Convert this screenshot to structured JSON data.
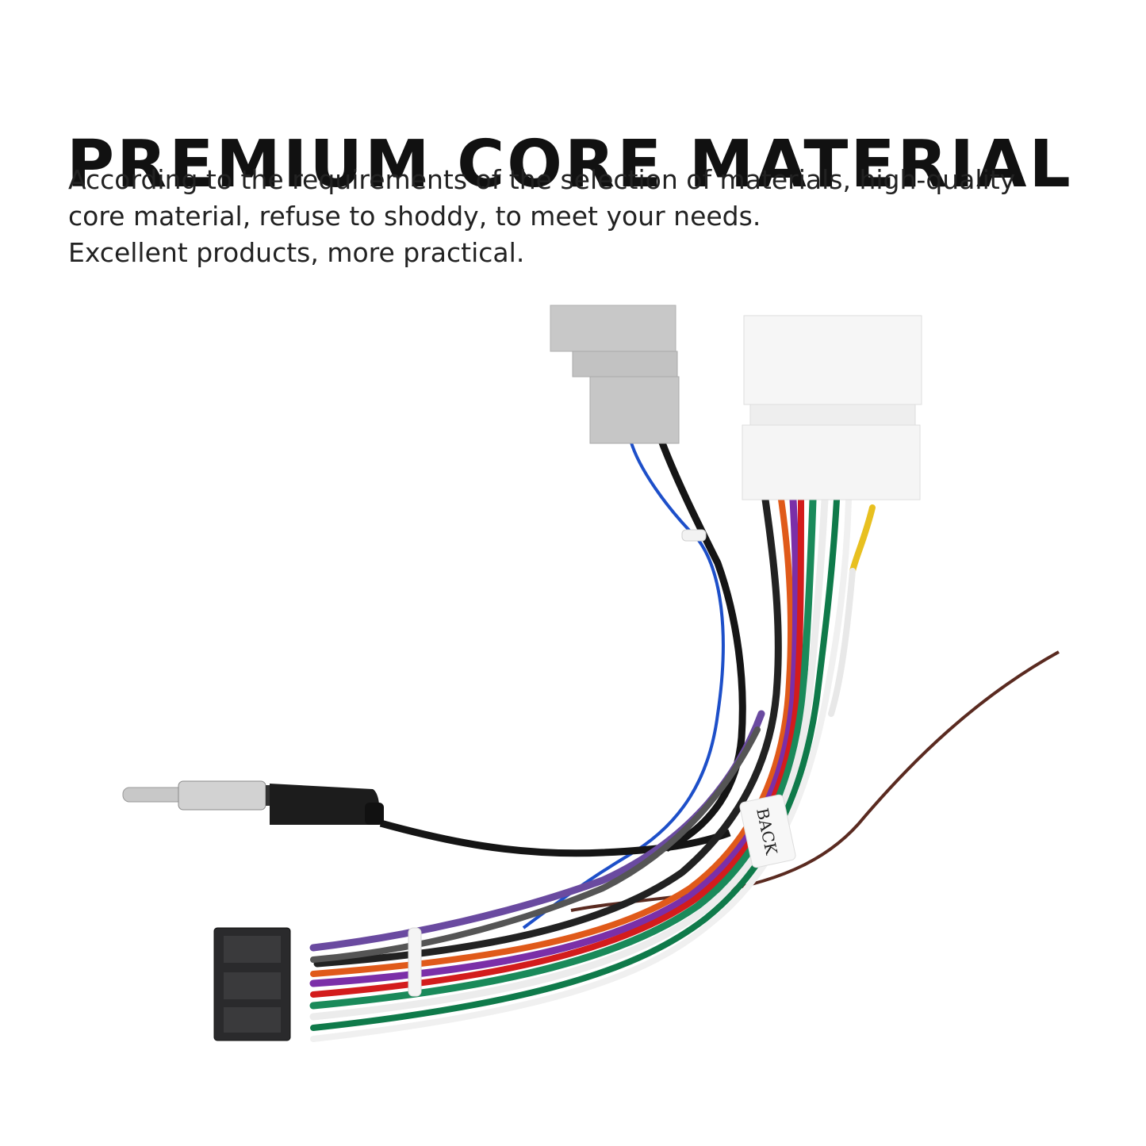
{
  "headline": "PREMIUM CORE MATERIAL",
  "description": {
    "line1": "According to the requirements of the selection of materials, high-quality",
    "line2": "core material, refuse to shoddy, to meet your needs.",
    "line3": "Excellent products, more practical."
  },
  "photo": {
    "tag_label": "BACK",
    "colors": {
      "gray_connector": "#c8c8c8",
      "white_connector": "#f4f4f4",
      "black_connector": "#2a2a2c",
      "wire_brown": "#5a2a20",
      "wire_blue": "#1d4fc9"
    }
  }
}
